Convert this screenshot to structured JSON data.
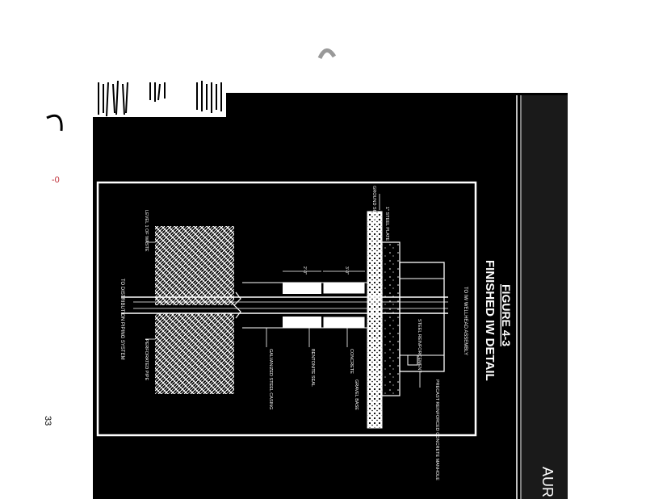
{
  "figure": {
    "number": "FIGURE 4-3",
    "title": "FINISHED IW DETAIL"
  },
  "labels": {
    "to_wellhead": "TO IW\nWELLHEAD\nASSEMBLY",
    "to_distribution": "TO\nDISTRIBUTION\nPIPING\nSYSTEM",
    "level_of_waste": "LEVEL 1 OF WASTE",
    "ground_surface": "GROUND\nSURFACE",
    "steel_plate": "1\" STEEL PLATE",
    "steel_reinforcement": "STEEL REINFORCEMENT",
    "reinforced_concrete": "PRECAST REINFORCED\nCONCRETE MANHOLE",
    "galvanized_casing": "GALVANIZED STEEL\nCASING",
    "bentonite_seal": "BENTONITE SEAL",
    "concrete": "CONCRETE",
    "gravel": "GRAVEL BASE",
    "perforated_pipe": "PERFORATED PIPE",
    "dim_a": "2'-0\"",
    "dim_b": "3'-0\""
  },
  "logo_fragment": "AUR",
  "page_number": "33",
  "colors": {
    "background": "#000000",
    "paper": "#ffffff",
    "red_mark": "#c0303a"
  }
}
